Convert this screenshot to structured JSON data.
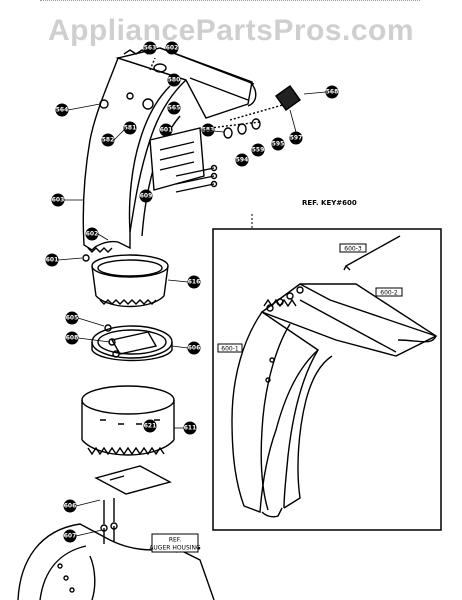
{
  "watermark": "AppliancePartsPros.com",
  "inset": {
    "ref_label": "REF. KEY#600",
    "tags": [
      {
        "id": "t1",
        "text": "600-3"
      },
      {
        "id": "t2",
        "text": "600-2"
      },
      {
        "id": "t3",
        "text": "600-1"
      }
    ]
  },
  "ref_box": {
    "line1": "REF.",
    "line2": "AUGER HOUSING"
  },
  "callouts": [
    {
      "id": "c563",
      "text": "563"
    },
    {
      "id": "c602a",
      "text": "602"
    },
    {
      "id": "c564",
      "text": "564"
    },
    {
      "id": "c582",
      "text": "582"
    },
    {
      "id": "c565",
      "text": "565"
    },
    {
      "id": "c581",
      "text": "581"
    },
    {
      "id": "c580",
      "text": "580"
    },
    {
      "id": "c601",
      "text": "601"
    },
    {
      "id": "c568",
      "text": "568"
    },
    {
      "id": "c583",
      "text": "583"
    },
    {
      "id": "c597",
      "text": "597"
    },
    {
      "id": "c594",
      "text": "594"
    },
    {
      "id": "c559",
      "text": "559"
    },
    {
      "id": "c595",
      "text": "595"
    },
    {
      "id": "c609",
      "text": "609"
    },
    {
      "id": "c603",
      "text": "603"
    },
    {
      "id": "c602b",
      "text": "602"
    },
    {
      "id": "c601b",
      "text": "601"
    },
    {
      "id": "c616",
      "text": "616"
    },
    {
      "id": "c605",
      "text": "605"
    },
    {
      "id": "c608",
      "text": "608"
    },
    {
      "id": "c606",
      "text": "606"
    },
    {
      "id": "c611",
      "text": "611"
    },
    {
      "id": "c621",
      "text": "621"
    },
    {
      "id": "c606b",
      "text": "606"
    },
    {
      "id": "c607",
      "text": "607"
    }
  ]
}
